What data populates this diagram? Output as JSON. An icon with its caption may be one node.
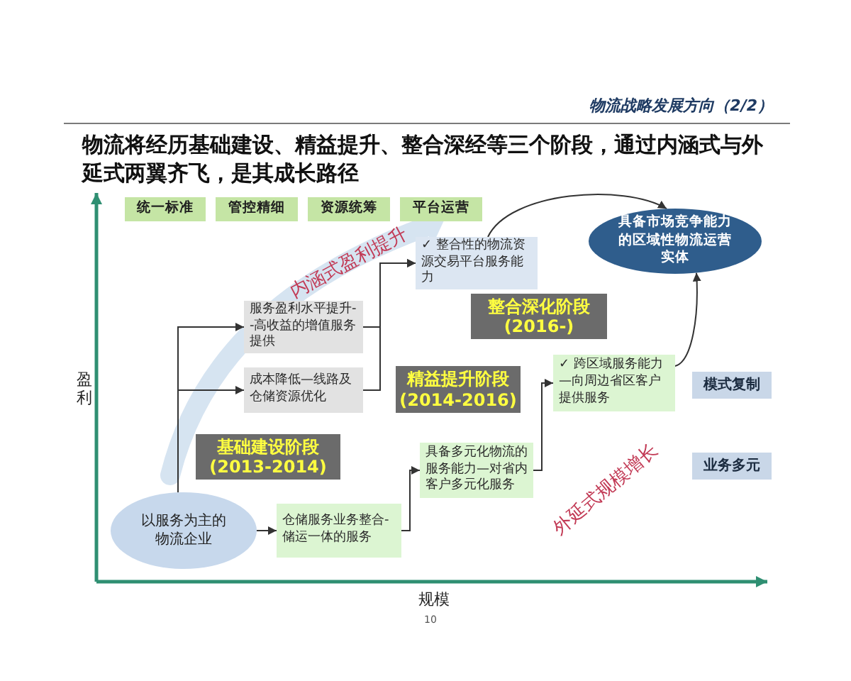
{
  "diagram": {
    "title": "物流将经历基础建设、精益提升、整合深经等三个阶段，通过内涵式与外延式两翼齐飞，是其成长路径",
    "nodes": [
      {
        "text": [
          "统一标准"
        ]
      },
      {
        "text": [
          "管控精细"
        ]
      },
      {
        "text": [
          "资源统筹"
        ]
      },
      {
        "text": [
          "平台运营"
        ]
      },
      {
        "text": [
          "具备市场竞争能力的区域性物流运营实体"
        ]
      },
      {
        "text": [
          "✓ 整合性的物流资源交易平台服务能力"
        ]
      },
      {
        "text": [
          "整合深化阶段",
          "(2016-)"
        ]
      },
      {
        "text": [
          "服务盈利水平提升--高收益的增值服务提供"
        ]
      },
      {
        "text": [
          "成本降低—线路及仓储资源优化"
        ]
      },
      {
        "text": [
          "精益提升阶段",
          "(2014-2016)"
        ]
      },
      {
        "text": [
          "✓ 跨区域服务能力—向周边省区客户提供服务"
        ]
      },
      {
        "text": [
          "模式复制"
        ]
      },
      {
        "text": [
          "基础建设阶段",
          "(2013-2014)"
        ]
      },
      {
        "text": [
          "具备多元化物流的服务能力—对省内客户多元化服务"
        ]
      },
      {
        "text": [
          "业务多元"
        ]
      },
      {
        "text": [
          "以服务为主的物流企业"
        ]
      },
      {
        "text": [
          "仓储服务业务整合-储运一体的服务"
        ]
      }
    ],
    "edges": [
      {
        "from": 15,
        "to": 16,
        "arrow": "to"
      },
      {
        "from": 15,
        "to": 7,
        "arrow": "to"
      },
      {
        "from": 15,
        "to": 8,
        "arrow": "to"
      },
      {
        "from": 16,
        "to": 13,
        "arrow": "to"
      },
      {
        "from": 13,
        "to": 10,
        "arrow": "to"
      },
      {
        "from": 10,
        "to": 4,
        "arrow": "to"
      },
      {
        "from": 7,
        "to": 5,
        "arrow": "to"
      },
      {
        "from": 8,
        "to": 5,
        "arrow": "to"
      },
      {
        "from": 5,
        "to": 4,
        "arrow": "to"
      }
    ],
    "labels": [
      "物流战略发展方向（2/2）",
      "内涵式盈利提升",
      "盈利",
      "外延式规模增长",
      "规模",
      "10"
    ]
  }
}
